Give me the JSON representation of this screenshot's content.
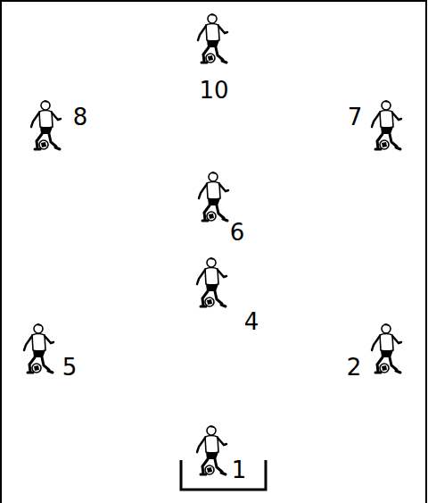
{
  "diagram": {
    "labels": [
      "10",
      "8",
      "7",
      "6",
      "4",
      "5",
      "2",
      "1"
    ]
  }
}
